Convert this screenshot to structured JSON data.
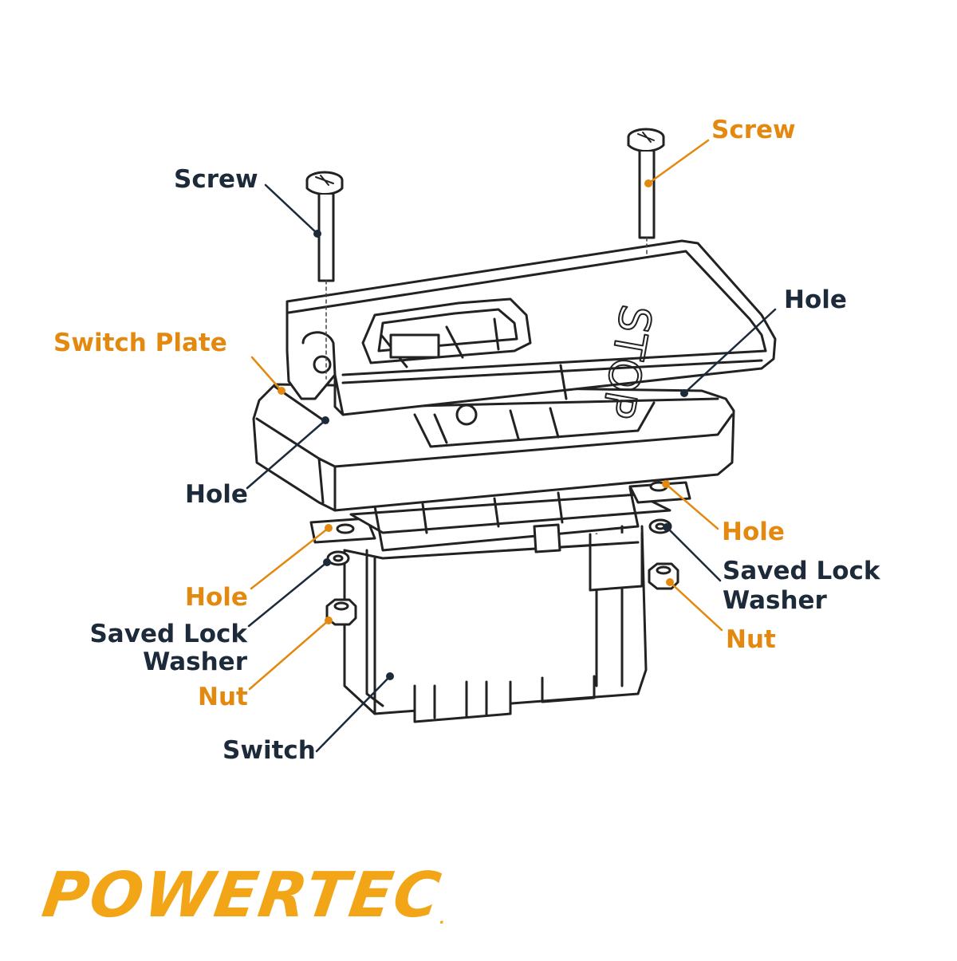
{
  "colors": {
    "dark": "#1d2a3a",
    "orange": "#e4890f",
    "line": "#222222",
    "brand": "#f2a516"
  },
  "labels": {
    "screw_left": "Screw",
    "screw_right": "Screw",
    "switch_plate": "Switch Plate",
    "hole_right_top": "Hole",
    "hole_left_mid": "Hole",
    "hole_right_orange": "Hole",
    "hole_left_orange": "Hole",
    "saved_lock_washer_right": "Saved Lock\nWasher",
    "saved_lock_washer_left": "Saved Lock\nWasher",
    "nut_right": "Nut",
    "nut_left": "Nut",
    "switch": "Switch",
    "stop_text": "STOP"
  },
  "brand": {
    "name": "POWERTEC",
    "mark": "."
  }
}
